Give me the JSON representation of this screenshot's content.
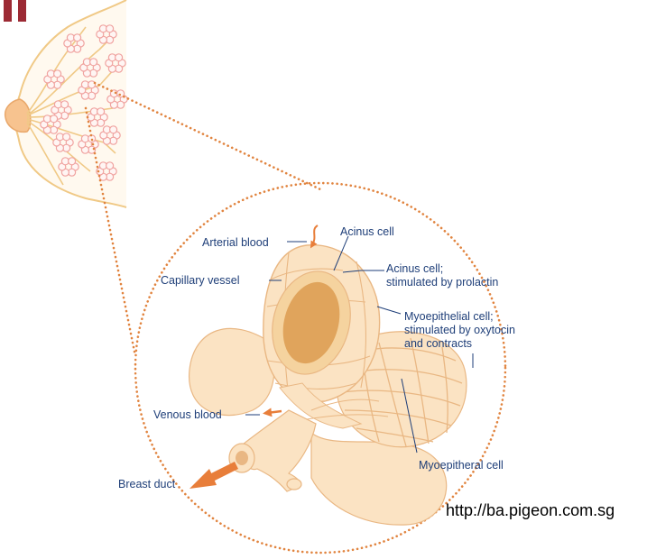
{
  "labels": {
    "arterial_blood": "Arterial blood",
    "acinus_cell": "Acinus cell",
    "capillary_vessel": "Capillary vessel",
    "acinus_cell_prolactin": [
      "Acinus cell;",
      "stimulated by prolactin"
    ],
    "myoepithelial_cell_oxytocin": [
      "Myoepithelial cell;",
      "stimulated by oxytocin",
      "and contracts"
    ],
    "venous_blood": "Venous blood",
    "myoepitheral_cell": "Myoepitheral cell",
    "breast_duct": "Breast duct"
  },
  "source_url": "http://ba.pigeon.com.sg",
  "colors": {
    "accent_bar": "#9c2a34",
    "label_text": "#1e3e78",
    "dotted_outline": "#e1843f",
    "tissue_fill": "#fbe3c3",
    "tissue_stroke": "#e9b783",
    "acinus_core": "#e0a45c",
    "lobule_outline": "#f0a3a0",
    "arrow": "#e87e3a"
  }
}
